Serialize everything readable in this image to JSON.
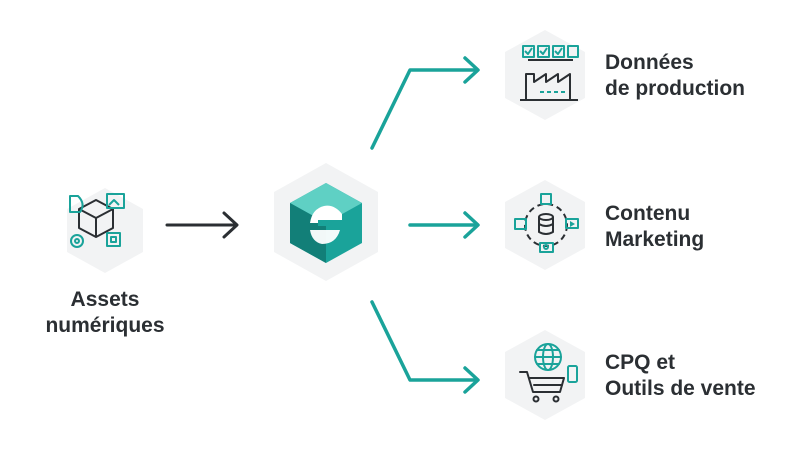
{
  "colors": {
    "teal": "#1aa39a",
    "teal_light": "#5fd0c4",
    "teal_dark": "#127f78",
    "hex_bg": "#f2f3f4",
    "dark": "#2b2f33"
  },
  "nodes": {
    "assets": {
      "line1": "Assets",
      "line2": "numériques",
      "icon": "digital-assets-icon"
    },
    "production": {
      "line1": "Données",
      "line2": "de production",
      "icon": "factory-data-icon"
    },
    "content": {
      "line1": "Contenu",
      "line2": "Marketing",
      "icon": "marketing-content-icon"
    },
    "cpq": {
      "line1": "CPQ et",
      "line2": "Outils de vente",
      "icon": "sales-cart-icon"
    },
    "hub": {
      "icon": "hub-logo-icon"
    }
  }
}
